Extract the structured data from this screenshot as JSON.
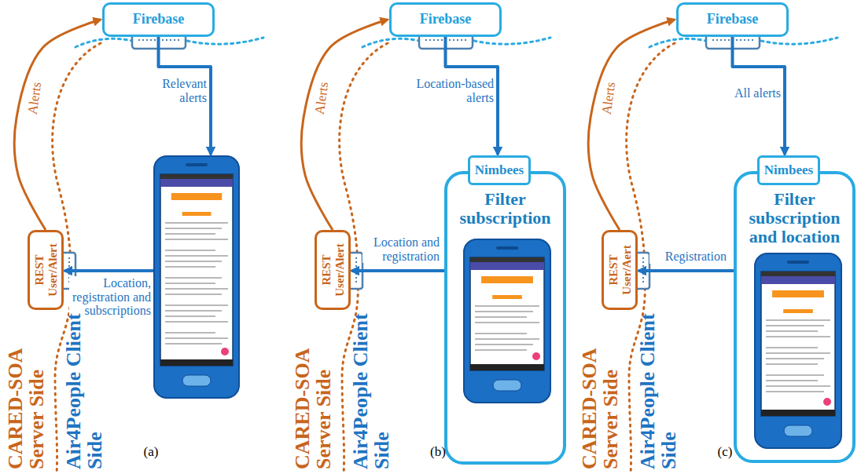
{
  "diagram": {
    "nodes": [
      {
        "text": [
          "Firebase"
        ]
      },
      {
        "text": [
          "REST User/Alert"
        ]
      },
      {
        "text": []
      },
      {
        "text": [
          "Firebase"
        ]
      },
      {
        "text": [
          "REST User/Alert"
        ]
      },
      {
        "text": [
          "Filter subscription"
        ]
      },
      {
        "text": [
          "Nimbees"
        ],
        "in": 5
      },
      {
        "text": [],
        "in": 5
      },
      {
        "text": [
          "Firebase"
        ]
      },
      {
        "text": [
          "REST User/Aert"
        ]
      },
      {
        "text": [
          "Filter subscription and location"
        ]
      },
      {
        "text": [
          "Nimbees"
        ],
        "in": 10
      },
      {
        "text": [],
        "in": 10
      }
    ],
    "edges": [
      {
        "from": 0,
        "to": 2,
        "arrow": "to",
        "label": "Relevant alerts"
      },
      {
        "from": 2,
        "to": 1,
        "arrow": "to",
        "label": "Location, registration and subscriptions"
      },
      {
        "from": 1,
        "to": 0,
        "arrow": "to",
        "label": "Alerts"
      },
      {
        "from": 3,
        "to": 6,
        "arrow": "to",
        "label": "Location-based alerts"
      },
      {
        "from": 5,
        "to": 4,
        "arrow": "to",
        "label": "Location and registration"
      },
      {
        "from": 4,
        "to": 3,
        "arrow": "to",
        "label": "Alerts"
      },
      {
        "from": 8,
        "to": 11,
        "arrow": "to",
        "label": "All alerts"
      },
      {
        "from": 10,
        "to": 9,
        "arrow": "to",
        "label": "Registration"
      },
      {
        "from": 9,
        "to": 8,
        "arrow": "to",
        "label": "Alerts"
      }
    ],
    "labels": [
      "CARED-SOA Server Side",
      "Air4People Client Side",
      "(a)",
      "CARED-SOA Server Side",
      "Air4People Client Side",
      "(b)",
      "CARED-SOA Server Side",
      "Air4People Client Side",
      "(c)"
    ]
  }
}
